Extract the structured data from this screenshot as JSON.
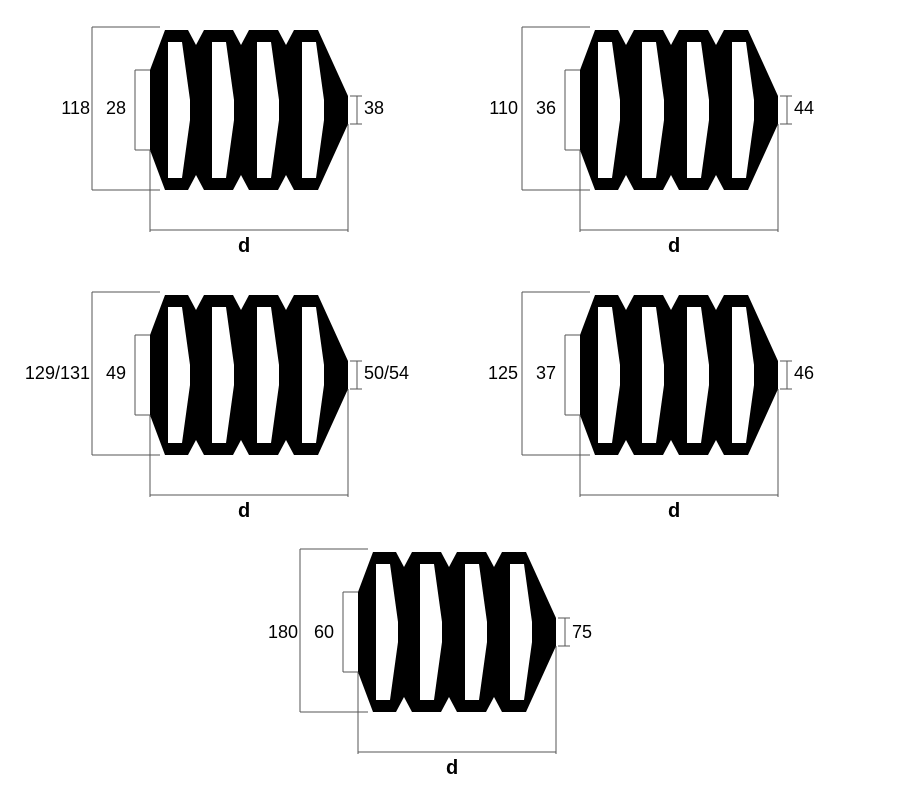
{
  "boots": [
    {
      "overall_height": "118",
      "inner_diameter": "28",
      "outer_end_diameter": "38",
      "length_label": "d"
    },
    {
      "overall_height": "110",
      "inner_diameter": "36",
      "outer_end_diameter": "44",
      "length_label": "d"
    },
    {
      "overall_height": "129/131",
      "inner_diameter": "49",
      "outer_end_diameter": "50/54",
      "length_label": "d"
    },
    {
      "overall_height": "125",
      "inner_diameter": "37",
      "outer_end_diameter": "46",
      "length_label": "d"
    },
    {
      "overall_height": "180",
      "inner_diameter": "60",
      "outer_end_diameter": "75",
      "length_label": "d"
    }
  ]
}
